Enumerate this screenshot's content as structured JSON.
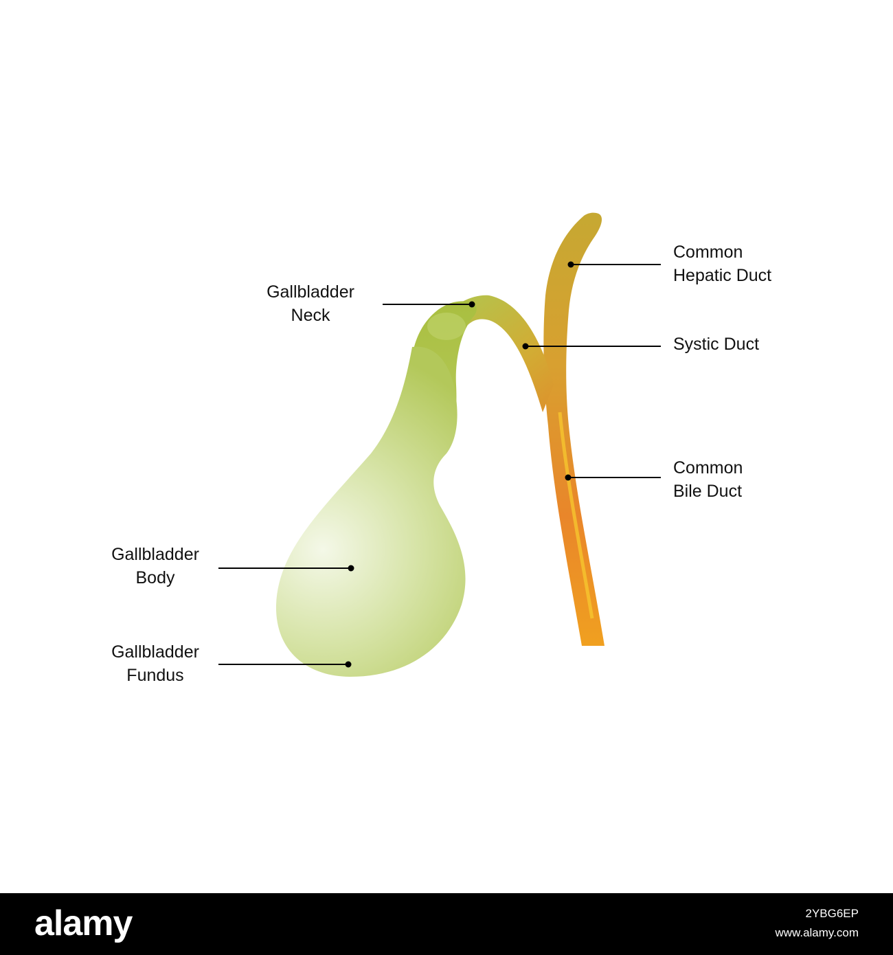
{
  "labels": {
    "neck": [
      "Gallbladder",
      "Neck"
    ],
    "body": [
      "Gallbladder",
      "Body"
    ],
    "fundus": [
      "Gallbladder",
      "Fundus"
    ],
    "hepatic": [
      "Common",
      "Hepatic Duct"
    ],
    "systic": [
      "Systic Duct"
    ],
    "bile": [
      "Common",
      "Bile Duct"
    ]
  },
  "watermark": {
    "brand": "alamy",
    "image_id": "2YBG6EP",
    "url": "www.alamy.com"
  },
  "colors": {
    "gallbladder_light": "#eef4dc",
    "gallbladder_mid": "#c8d98c",
    "gallbladder_dark": "#a9bf3f",
    "duct_yellow": "#d4ad33",
    "duct_orange": "#e68a28",
    "duct_highlight": "#f5c22a",
    "leader_line": "#000000"
  }
}
